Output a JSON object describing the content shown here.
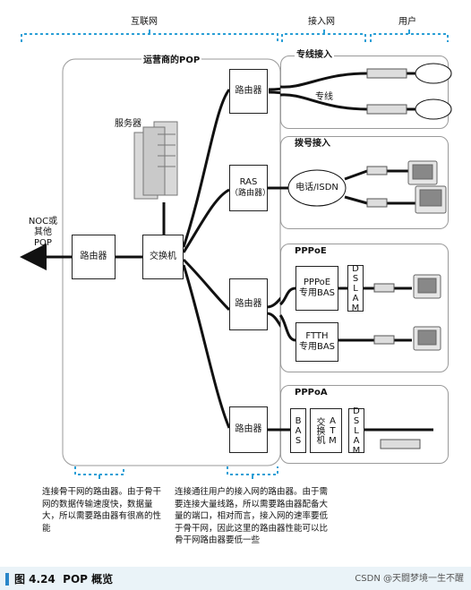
{
  "header": {
    "internet": "互联网",
    "access": "接入网",
    "user": "用户"
  },
  "pop": {
    "title": "运营商的POP",
    "server": "服务器",
    "noc": [
      "NOC或",
      "其他",
      "POP"
    ],
    "router_left": "路由器",
    "switch": "交换机",
    "router_top": "路由器",
    "ras": [
      "RAS",
      "（路由器）"
    ],
    "router_mid": "路由器",
    "router_bottom": "路由器"
  },
  "panels": {
    "leased": {
      "title": "专线接入",
      "line_label": "专线"
    },
    "dialup": {
      "title": "拨号接入",
      "cloud": "电话/ISDN"
    },
    "pppoe": {
      "title": "PPPoE",
      "bas1": [
        "PPPoE",
        "专用BAS"
      ],
      "dslam": "DSLAM",
      "bas2": [
        "FTTH",
        "专用BAS"
      ]
    },
    "pppoa": {
      "title": "PPPoA",
      "bas": "BAS",
      "switch": "交换机",
      "atm": "ATM",
      "dslam": "DSLAM"
    }
  },
  "notes": {
    "left": "连接骨干网的路由器。由于骨干网的数据传输速度快，数据量大，所以需要路由器有很高的性能",
    "right": "连接通往用户的接入网的路由器。由于需要连接大量线路，所以需要路由器配备大量的端口，相对而言，接入网的速率要低于骨干网，因此这里的路由器性能可以比骨干网路由器要低一些"
  },
  "caption": {
    "number": "图 4.24",
    "title": "POP 概览"
  },
  "watermark": "CSDN @天闘梦境一生不醒",
  "colors": {
    "bracket": "#2a9fd6",
    "caption_bar": "#eaf3f8",
    "caption_mark": "#2a86c9"
  }
}
